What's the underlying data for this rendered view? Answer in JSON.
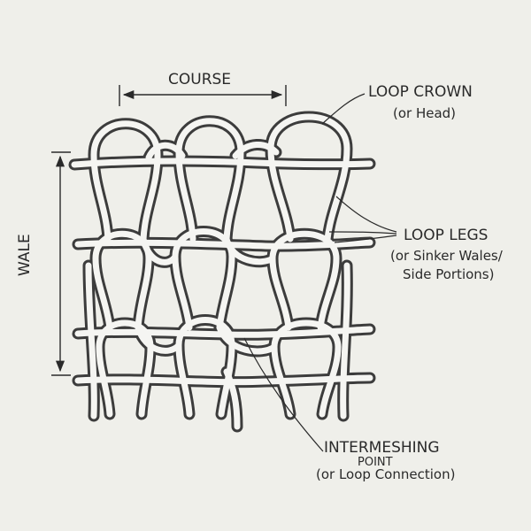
{
  "labels": {
    "course": "COURSE",
    "wale": "WALE",
    "loop_crown": "LOOP CROWN",
    "loop_crown_sub": "(or Head)",
    "loop_legs": "LOOP LEGS",
    "loop_legs_sub1": "(or Sinker Wales/",
    "loop_legs_sub2": "Side Portions)",
    "intermeshing": "INTERMESHING",
    "intermeshing_sub1": "POINT",
    "intermeshing_sub2": "(or Loop Connection)"
  },
  "colors": {
    "background": "#efefea",
    "yarn_fill": "#f5f5f2",
    "yarn_stroke": "#3c3c3c",
    "text": "#2a2a2a"
  },
  "knit_structure": {
    "courses_shown": 3,
    "wales_shown": 3
  }
}
